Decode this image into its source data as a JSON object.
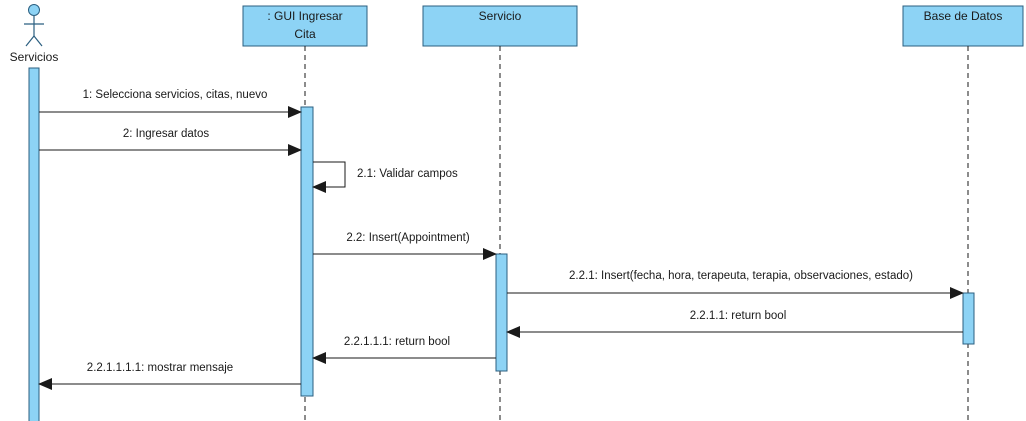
{
  "actor": {
    "name": "Servicios"
  },
  "lifelines": [
    {
      "id": "gui",
      "name_line1": ": GUI Ingresar",
      "name_line2": "Cita"
    },
    {
      "id": "servicio",
      "name": "Servicio"
    },
    {
      "id": "bd",
      "name": "Base de Datos"
    }
  ],
  "messages": [
    {
      "label": "1: Selecciona servicios, citas, nuevo"
    },
    {
      "label": "2: Ingresar datos"
    },
    {
      "label": "2.1: Validar campos"
    },
    {
      "label": "2.2: Insert(Appointment)"
    },
    {
      "label": "2.2.1: Insert(fecha, hora, terapeuta, terapia, observaciones, estado)"
    },
    {
      "label": "2.2.1.1: return bool"
    },
    {
      "label": "2.2.1.1.1: return bool"
    },
    {
      "label": "2.2.1.1.1.1: mostrar mensaje"
    }
  ],
  "colors": {
    "box_fill": "#8dd3f5",
    "box_stroke": "#2b5f80",
    "activation_fill": "#8dd3f5",
    "line": "#1a1a1a"
  }
}
